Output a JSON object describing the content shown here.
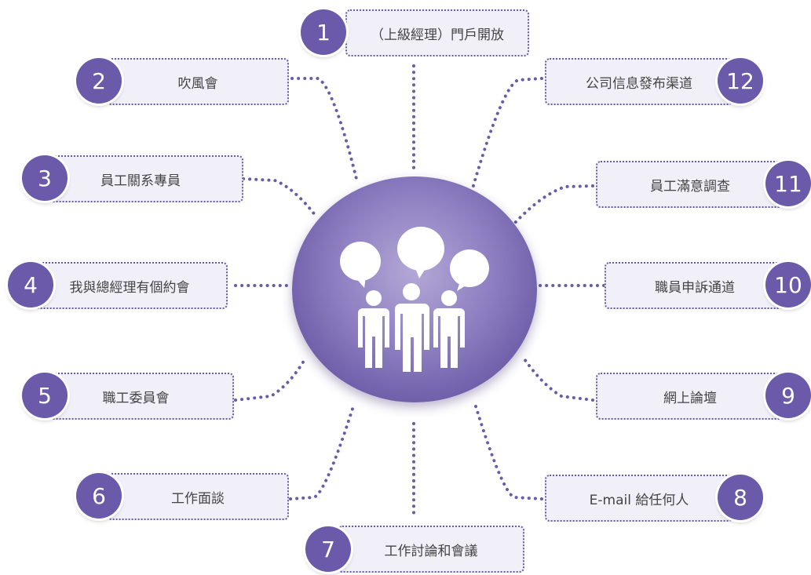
{
  "colors": {
    "accent": "#6a5aa9",
    "box_fill": "#f1f0f8",
    "dots": "#6a5ba8"
  },
  "hub": {
    "icon": "people-chat-icon"
  },
  "items": [
    {
      "num": "1",
      "label": "（上級經理）門戶開放"
    },
    {
      "num": "2",
      "label": "吹風會"
    },
    {
      "num": "3",
      "label": "員工關系專員"
    },
    {
      "num": "4",
      "label": "我與總經理有個約會"
    },
    {
      "num": "5",
      "label": "職工委員會"
    },
    {
      "num": "6",
      "label": "工作面談"
    },
    {
      "num": "7",
      "label": "工作討論和會議"
    },
    {
      "num": "8",
      "label": "E-mail 給任何人"
    },
    {
      "num": "9",
      "label": "網上論壇"
    },
    {
      "num": "10",
      "label": "職員申訴通道"
    },
    {
      "num": "11",
      "label": "員工滿意調查"
    },
    {
      "num": "12",
      "label": "公司信息發布渠道"
    }
  ]
}
